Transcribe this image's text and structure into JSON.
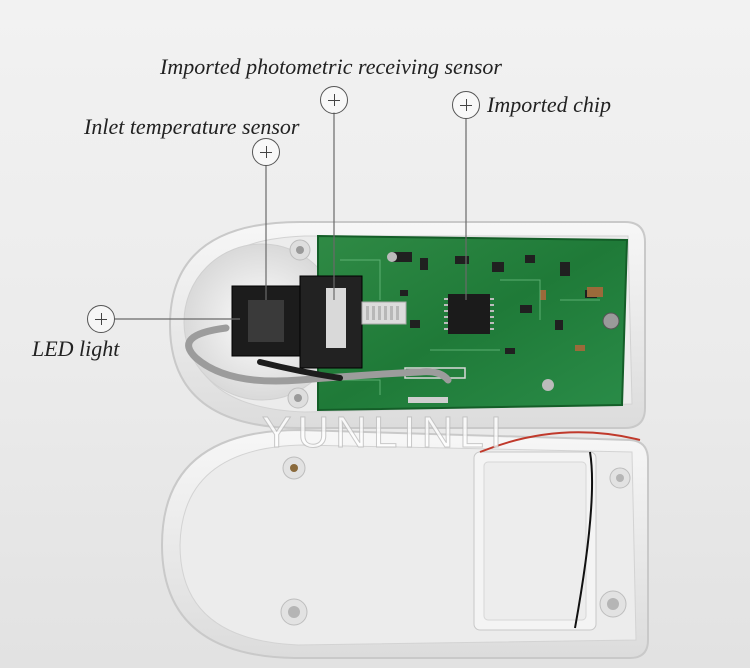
{
  "labels": {
    "photometric": "Imported photometric receiving sensor",
    "chip": "Imported chip",
    "inlet_temp": "Inlet temperature sensor",
    "led": "LED light"
  },
  "watermark": "YUNLINLI",
  "icons": {
    "callout_marker": "plus-circle-icon"
  }
}
